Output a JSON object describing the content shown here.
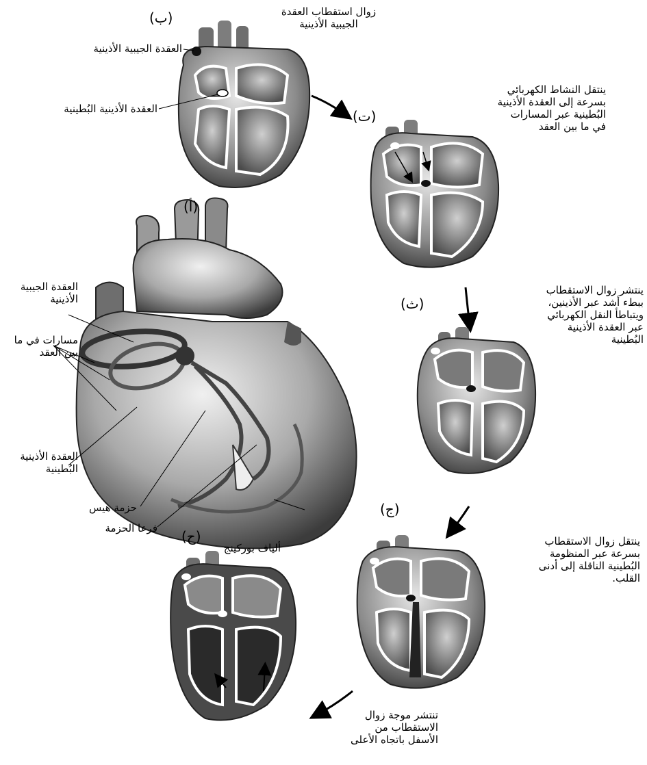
{
  "panels": {
    "a": "(أ)",
    "b": "(ب)",
    "t": "(ت)",
    "th": "(ث)",
    "j": "(ج)",
    "h": "(ح)"
  },
  "captions": {
    "b": [
      "زوال استقطاب العقدة",
      "الجيبية الأذينية"
    ],
    "t": [
      "ينتقل النشاط الكهربائي",
      "بسرعة إلى العقدة الأذينية",
      "البُطينية عبر المسارات",
      "في ما بين العقد"
    ],
    "th": [
      "ينتشر زوال الاستقطاب",
      "ببطء أشد عبر الأذينين،",
      "ويتباطأ النقل الكهربائي",
      "عبر العقدة الأذينية",
      "البُطينية"
    ],
    "j": [
      "ينتقل زوال الاستقطاب",
      "بسرعة عبر المنظومة",
      "البُطينية الناقلة إلى أدنى",
      "القلب."
    ],
    "h": [
      "تنتشر موجة زوال",
      "الاستقطاب من",
      "الأسفل باتجاه الأعلى"
    ]
  },
  "labels": {
    "b_sa_node": "العقدة الجيبية الأذينية",
    "b_av_node": "العقدة الأذينية البُطينية",
    "a_sa_node": [
      "العقدة الجيبية",
      "الأذينية"
    ],
    "a_internodal": [
      "مسارات في ما",
      "بين العقد"
    ],
    "a_av_node": [
      "العقدة الأذينية",
      "البُطينية"
    ],
    "a_his": "حزمة هيس",
    "a_branches": "فرعا الحزمة",
    "a_purkinje": "ألياف بوركينج"
  }
}
